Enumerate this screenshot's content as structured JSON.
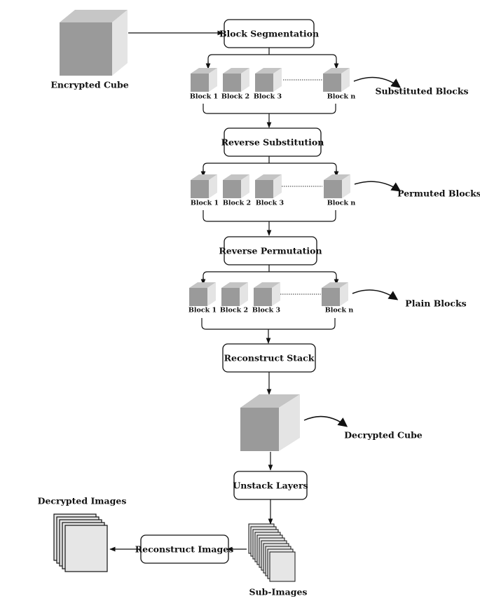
{
  "steps": {
    "block_segmentation": "Block Segmentation",
    "reverse_substitution": "Reverse Substitution",
    "reverse_permutation": "Reverse Permutation",
    "reconstruct_stack": "Reconstruct Stack",
    "unstack_layers": "Unstack Layers",
    "reconstruct_images": "Reconstruct Images"
  },
  "captions": {
    "encrypted_cube": "Encrypted Cube",
    "substituted_blocks": "Substituted Blocks",
    "permuted_blocks": "Permuted Blocks",
    "plain_blocks": "Plain Blocks",
    "decrypted_cube": "Decrypted Cube",
    "decrypted_images": "Decrypted Images",
    "sub_images": "Sub-Images"
  },
  "block_labels": [
    "Block 1",
    "Block 2",
    "Block 3",
    "Block n"
  ],
  "colors": {
    "cube_front": "#9a9a9a",
    "cube_side": "#e4e4e4",
    "cube_top": "#c4c4c4",
    "image_fill": "#e6e6e6",
    "stroke": "#111111"
  }
}
